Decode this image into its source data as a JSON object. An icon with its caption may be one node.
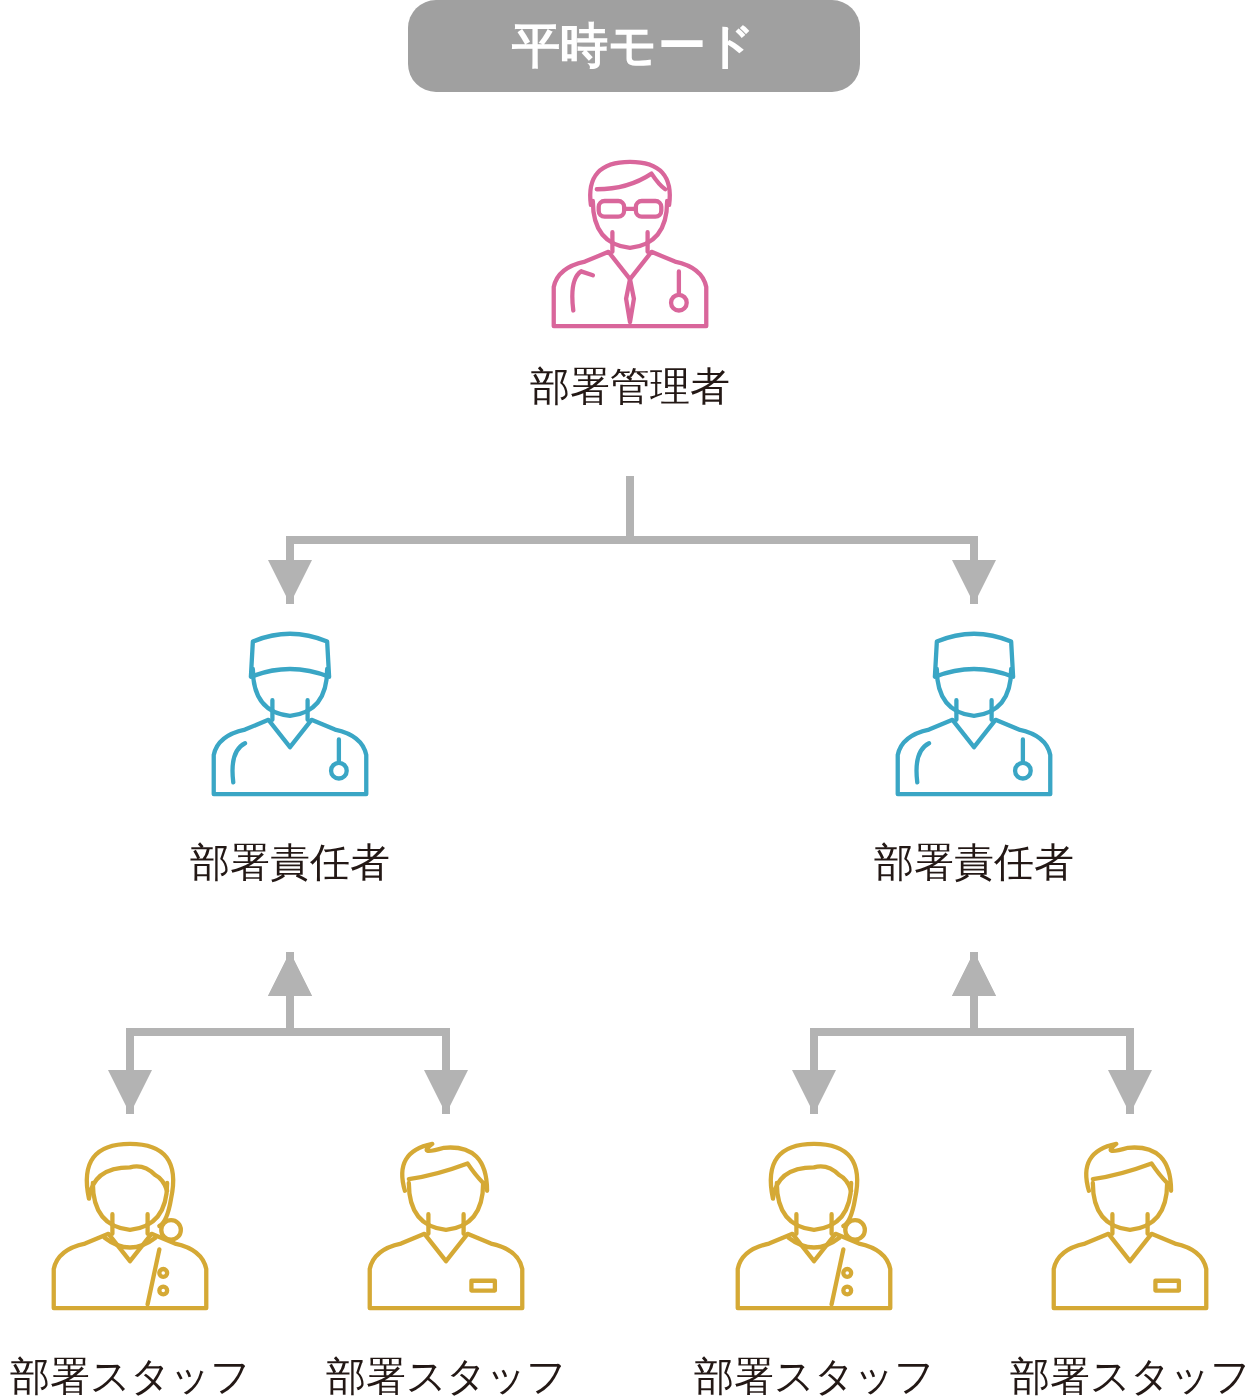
{
  "diagram": {
    "title": "平時モード",
    "nodes": [
      {
        "text": [
          "部署管理者"
        ]
      },
      {
        "text": [
          "部署責任者"
        ]
      },
      {
        "text": [
          "部署責任者"
        ]
      },
      {
        "text": [
          "部署スタッフ"
        ]
      },
      {
        "text": [
          "部署スタッフ"
        ]
      },
      {
        "text": [
          "部署スタッフ"
        ]
      },
      {
        "text": [
          "部署スタッフ"
        ]
      }
    ],
    "edges": [
      {
        "from": 0,
        "to": 1,
        "arrow": "to"
      },
      {
        "from": 0,
        "to": 2,
        "arrow": "to"
      },
      {
        "from": 1,
        "to": 3,
        "arrow": "both"
      },
      {
        "from": 1,
        "to": 4,
        "arrow": "both"
      },
      {
        "from": 2,
        "to": 5,
        "arrow": "both"
      },
      {
        "from": 2,
        "to": 6,
        "arrow": "both"
      }
    ]
  }
}
